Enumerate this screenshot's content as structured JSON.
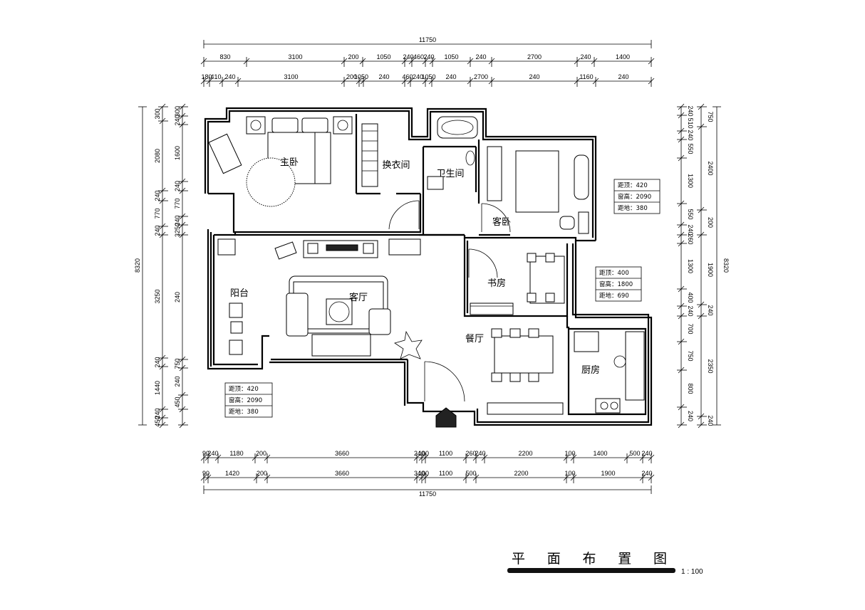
{
  "title": "平面布置图",
  "scale": "1 : 100",
  "rooms": {
    "master_bedroom": "主卧",
    "closet": "换衣间",
    "bathroom": "卫生间",
    "guest_bedroom": "客卧",
    "balcony": "阳台",
    "living_room": "客厅",
    "study": "书房",
    "dining": "餐厅",
    "kitchen": "厨房"
  },
  "window_boxes": [
    {
      "top": "距顶：420",
      "height": "窗高：2090",
      "floor": "距地：380"
    },
    {
      "top": "距顶：400",
      "height": "窗高：1800",
      "floor": "距地：690"
    },
    {
      "top": "距顶：420",
      "height": "窗高：2090",
      "floor": "距地：380"
    }
  ],
  "dims": {
    "top_total": "11750",
    "top_row1": [
      "830",
      "3100",
      "200",
      "1050",
      "240",
      "460",
      "240",
      "1050",
      "240",
      "2700",
      "240",
      "1400"
    ],
    "top_row2": [
      "180",
      "410",
      "240",
      "3100",
      "200",
      "1050",
      "240",
      "460",
      "240",
      "1050",
      "240",
      "2700",
      "240",
      "1160",
      "240"
    ],
    "bottom_row1": [
      "90",
      "240",
      "1180",
      "200",
      "3660",
      "240",
      "100",
      "1100",
      "260",
      "240",
      "2200",
      "100",
      "1400",
      "500",
      "240"
    ],
    "bottom_row2": [
      "90",
      "1420",
      "200",
      "3660",
      "340",
      "100",
      "1100",
      "500",
      "2200",
      "100",
      "1900",
      "240"
    ],
    "bottom_total": "11750",
    "left_outer": [
      "300",
      "2080",
      "240",
      "770",
      "240",
      "3250",
      "240",
      "1440",
      "240",
      "450"
    ],
    "left_inner": [
      "300",
      "240",
      "1600",
      "240",
      "770",
      "240",
      "3250",
      "240",
      "750",
      "240",
      "450"
    ],
    "left_total": "8320",
    "right_inner": [
      "240",
      "510",
      "240",
      "550",
      "1300",
      "550",
      "240",
      "260",
      "1300",
      "400",
      "240",
      "700",
      "750",
      "800",
      "240"
    ],
    "right_outer": [
      "750",
      "2400",
      "200",
      "1900",
      "240",
      "2350",
      "240"
    ],
    "right_total": "8320"
  }
}
